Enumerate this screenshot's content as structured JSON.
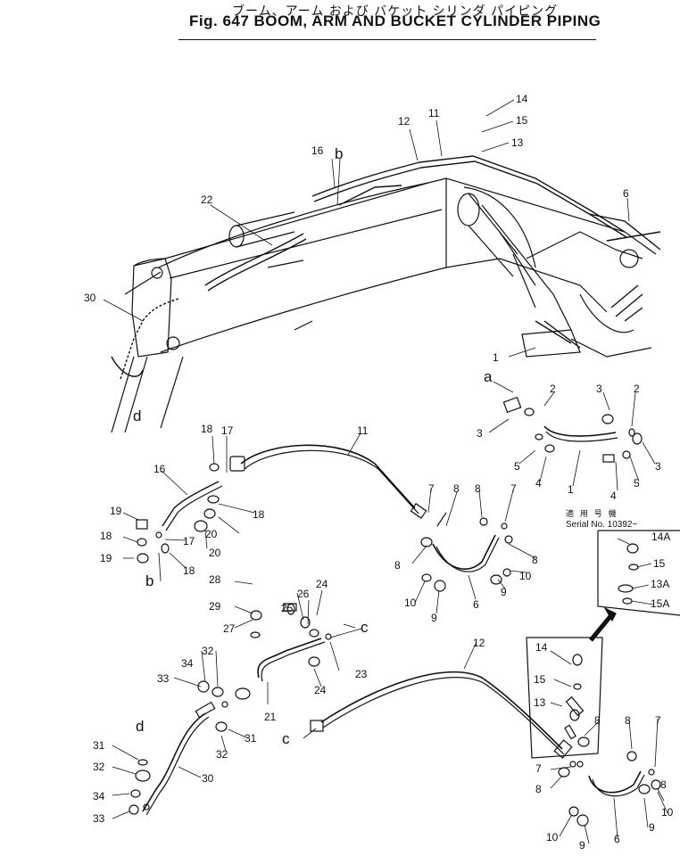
{
  "header": {
    "title_jp": "ブーム、アーム および バケット シリンダ パイピング",
    "title_en": "Fig. 647 BOOM, ARM AND BUCKET CYLINDER PIPING"
  },
  "serial_note": {
    "label_jp": "適 用 号 機",
    "text": "Serial No. 10392~"
  },
  "letters": [
    "a",
    "b",
    "b",
    "c",
    "c",
    "d",
    "d"
  ],
  "callouts": {
    "upper": [
      "14",
      "15",
      "13",
      "11",
      "12",
      "16",
      "22",
      "6",
      "30",
      "1"
    ],
    "cyl_set_right": [
      "2",
      "3",
      "5",
      "4",
      "1",
      "3",
      "2",
      "3",
      "5",
      "4"
    ],
    "hose_11": [
      "11",
      "18",
      "17",
      "16",
      "19",
      "20",
      "18",
      "18",
      "17",
      "19",
      "20",
      "18"
    ],
    "mid": [
      "7",
      "8",
      "8",
      "7",
      "8",
      "8",
      "9",
      "10",
      "10",
      "9",
      "6"
    ],
    "inset": [
      "14A",
      "15",
      "13A",
      "15A"
    ],
    "lower_left": [
      "28",
      "29",
      "27",
      "26",
      "24",
      "25",
      "23",
      "24",
      "21",
      "34",
      "32",
      "33",
      "31",
      "32",
      "31",
      "32",
      "34",
      "33",
      "30"
    ],
    "lower_right": [
      "12",
      "14",
      "15",
      "13",
      "8",
      "8",
      "7",
      "7",
      "8",
      "8",
      "10",
      "10",
      "9",
      "9",
      "6"
    ]
  }
}
